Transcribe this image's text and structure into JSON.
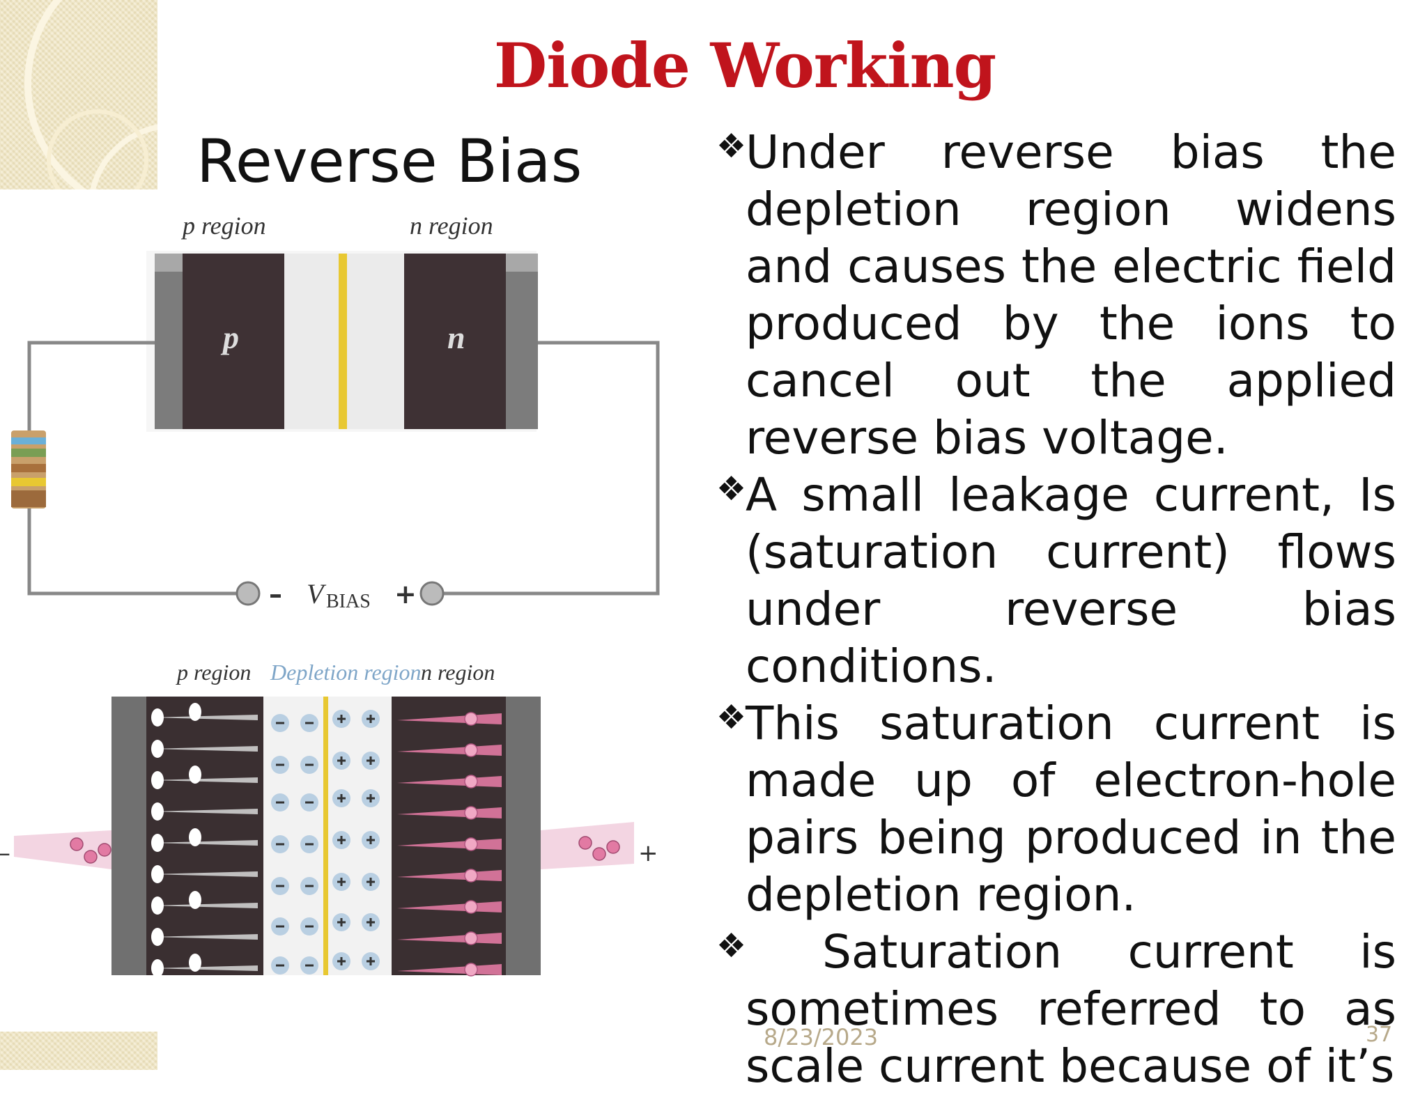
{
  "slide": {
    "title": "Diode Working",
    "subtitle": "Reverse Bias",
    "date": "8/23/2023",
    "page_number": "37"
  },
  "bullets": [
    {
      "icon": "diamond-bullet-icon",
      "text": "Under reverse bias the depletion region widens and causes the electric field produced by the ions to cancel out the applied reverse bias voltage."
    },
    {
      "icon": "diamond-bullet-icon",
      "text": "A small leakage current, Is (saturation current) flows under reverse bias conditions."
    },
    {
      "icon": "diamond-bullet-icon",
      "text": "This saturation current is made up of electron-hole pairs being produced in the depletion region."
    },
    {
      "icon": "diamond-bullet-icon",
      "text": "Saturation current is sometimes referred to as scale current because of it’s"
    }
  ],
  "diagram_top": {
    "p_label": "p region",
    "n_label": "n region",
    "p_block": "p",
    "n_block": "n",
    "minus": "–",
    "vbias_v": "V",
    "vbias_sub": "BIAS",
    "plus": "+"
  },
  "diagram_bottom": {
    "p_label": "p region",
    "depletion_label": "Depletion region",
    "n_label": "n region",
    "minus": "–",
    "plus": "+"
  },
  "colors": {
    "title": "#c0141c",
    "depletion_line": "#e8c832",
    "hole_pink": "#e27aa3"
  }
}
